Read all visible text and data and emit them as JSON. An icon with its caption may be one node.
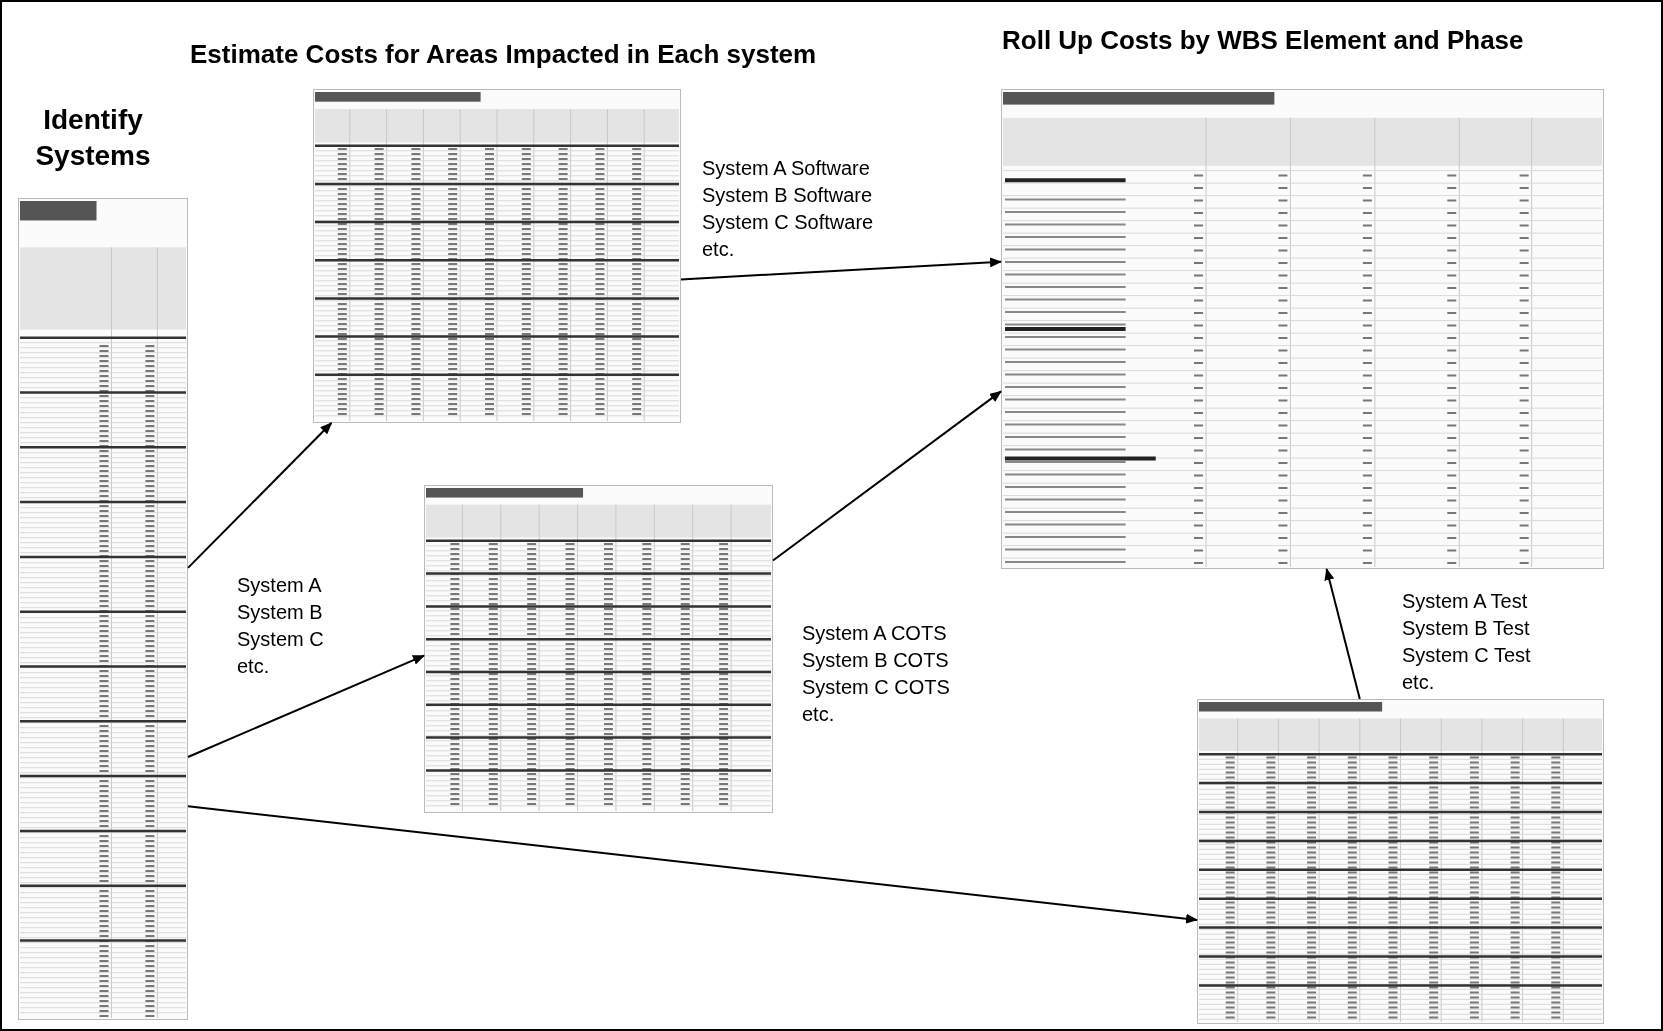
{
  "diagram": {
    "nodes": [
      {
        "text": [],
        "shape": "picture",
        "beside": [
          "Identify Systems"
        ]
      },
      {
        "text": [],
        "shape": "picture",
        "beside": [
          "Estimate Costs for Areas Impacted in Each system"
        ]
      },
      {
        "text": [],
        "shape": "picture"
      },
      {
        "text": [],
        "shape": "picture",
        "beside": [
          "Roll Up Costs by WBS Element and Phase"
        ]
      },
      {
        "text": [],
        "shape": "picture"
      }
    ],
    "edges": [
      {
        "from": 0,
        "to": 1,
        "arrow": "to"
      },
      {
        "from": 0,
        "to": 2,
        "arrow": "to"
      },
      {
        "from": 0,
        "to": 4,
        "arrow": "to"
      },
      {
        "from": 1,
        "to": 3,
        "arrow": "to",
        "label": "System A Software System B Software System C Software etc."
      },
      {
        "from": 2,
        "to": 3,
        "arrow": "to",
        "label": "System A COTS System B COTS System C COTS etc."
      },
      {
        "from": 4,
        "to": 3,
        "arrow": "to",
        "label": "System A Test System B Test System C Test etc."
      }
    ],
    "labels": [
      "System A System B System C etc."
    ]
  }
}
